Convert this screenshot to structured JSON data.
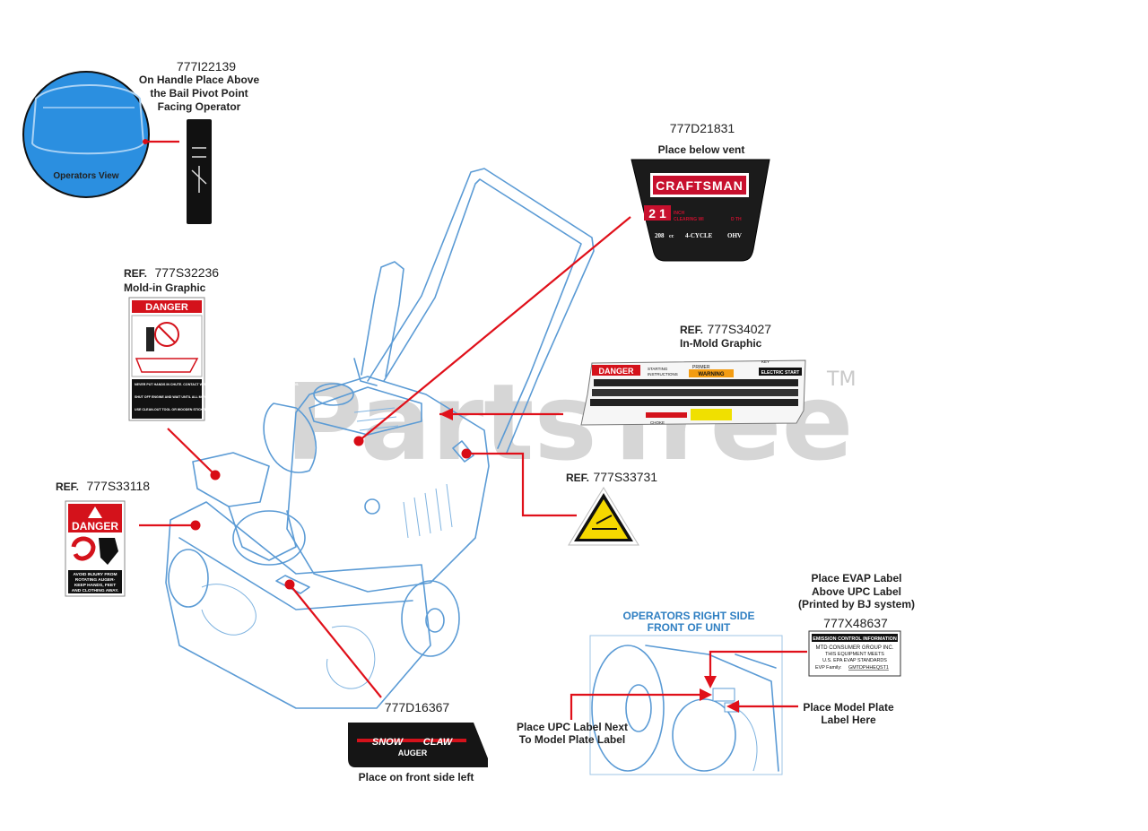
{
  "watermark": {
    "brand": "PartsTree",
    "tm": "TM"
  },
  "colors": {
    "machine_line": "#5b9bd5",
    "leader": "#e0101a",
    "danger_red": "#d4121b",
    "blue_heading": "#2f7fc2"
  },
  "callouts": {
    "handle": {
      "part": "777I22139",
      "lines": [
        "On Handle Place Above",
        "the Bail Pivot Point",
        "Facing Operator"
      ],
      "view_label": "Operators View"
    },
    "vent": {
      "part": "777D21831",
      "caption": "Place below vent"
    },
    "mold_left": {
      "ref": "REF.",
      "part": "777S32236",
      "caption": "Mold-in Graphic"
    },
    "in_mold": {
      "ref": "REF.",
      "part": "777S34027",
      "caption": "In-Mold Graphic"
    },
    "warning_tri": {
      "ref": "REF.",
      "part": "777S33731"
    },
    "danger_left": {
      "ref": "REF.",
      "part": "777S33118"
    },
    "auger": {
      "part": "777D16367",
      "caption": "Place on front side left"
    },
    "evap": {
      "lines": [
        "Place EVAP Label",
        "Above UPC Label",
        "(Printed by BJ system)"
      ],
      "part": "777X48637"
    },
    "right_side": {
      "lines": [
        "OPERATORS RIGHT SIDE",
        "FRONT OF UNIT"
      ]
    },
    "upc": {
      "lines": [
        "Place UPC Label Next",
        "To Model Plate Label"
      ]
    },
    "model_plate": {
      "lines": [
        "Place Model Plate",
        "Label Here"
      ]
    }
  },
  "decals": {
    "craftsman": {
      "brand": "CRAFTSMAN",
      "size": "2 1",
      "line1": "INCH",
      "line2": "CLEARING WI",
      "line3": "D TH",
      "cc": "208",
      "cc_unit": "cc",
      "cycle": "4-CYCLE",
      "ohv": "OHV"
    },
    "danger_small": {
      "header": "DANGER",
      "bullets": [
        "NEVER PUT HANDS IN CHUTE. CONTACT WITH ROTATING PARTS CAN AMPUTATE FINGERS AND HANDS.",
        "SHUT OFF ENGINE AND WAIT UNTIL ALL MOVING PARTS HAVE STOPPED BEFORE UNCLOGGING.",
        "USE CLEAN-OUT TOOL OR WOODEN STICK TO UNCLOG DISCHARGE CHUTE."
      ]
    },
    "danger_left": {
      "header": "DANGER",
      "text": [
        "AVOID INJURY FROM",
        "ROTATING AUGER-",
        "KEEP HANDS, FEET",
        "AND CLOTHING AWAY."
      ]
    },
    "in_mold_strip": {
      "danger": "DANGER",
      "starting": "STARTING",
      "instructions": "INSTRUCTIONS",
      "primer": "PRIMER",
      "warning": "WARNING",
      "electric_start": "ELECTRIC START",
      "key": "KEY",
      "choke": "CHOKE"
    },
    "auger_logo": {
      "brand": "SNOW",
      "brand2": "CLAW",
      "sub": "AUGER"
    },
    "evap_label": {
      "title": "EMISSION CONTROL INFORMATION",
      "line1": "MTD CONSUMER GROUP INC.",
      "line2": "THIS EQUIPMENT MEETS",
      "line3": "U.S. EPA EVAP STANDARDS",
      "family_label": "EVP Family:",
      "family": "GMTDPHHEQST1"
    }
  }
}
